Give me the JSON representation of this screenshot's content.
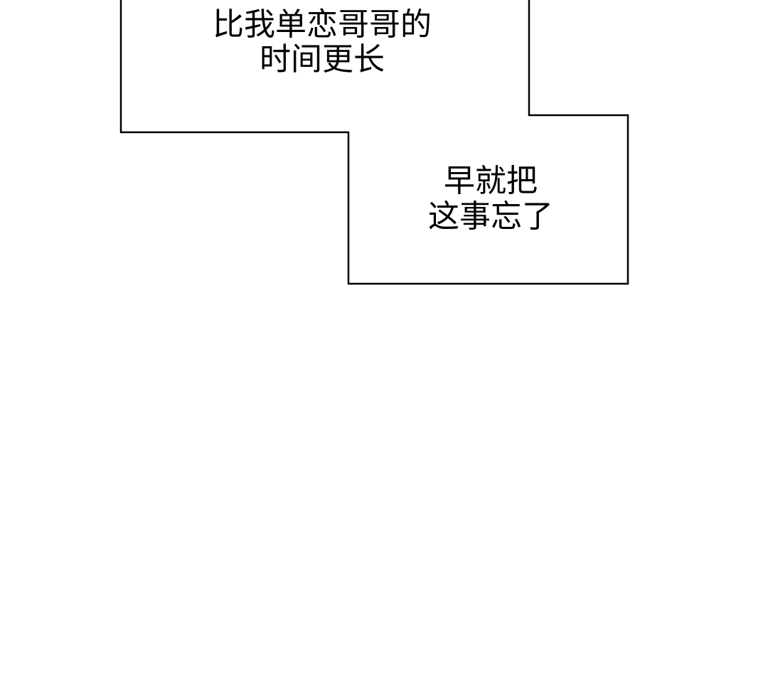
{
  "colors": {
    "background": "#ffffff",
    "outline": "#000000",
    "text": "#000000"
  },
  "caption_box_1": {
    "lines": [
      "比我单恋哥哥的",
      "时间更长"
    ]
  },
  "caption_box_2": {
    "lines": [
      "早就把",
      "这事忘了"
    ]
  }
}
